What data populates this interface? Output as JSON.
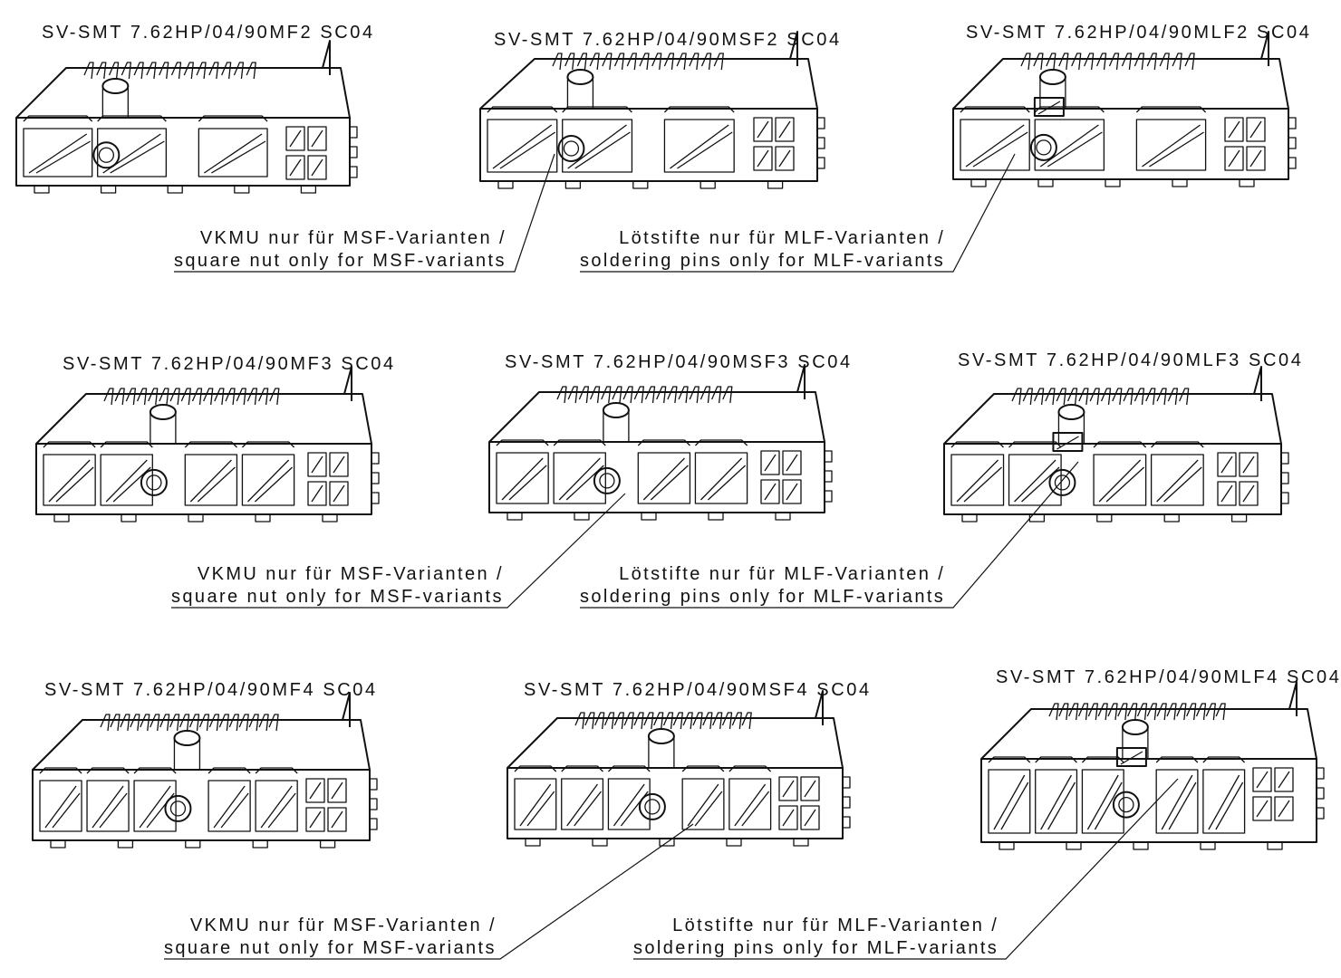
{
  "variants": [
    {
      "title": "SV-SMT 7.62HP/04/90MF2 SC04",
      "kind": "MF",
      "poles": 2
    },
    {
      "title": "SV-SMT 7.62HP/04/90MSF2 SC04",
      "kind": "MSF",
      "poles": 2
    },
    {
      "title": "SV-SMT 7.62HP/04/90MLF2 SC04",
      "kind": "MLF",
      "poles": 2
    },
    {
      "title": "SV-SMT 7.62HP/04/90MF3 SC04",
      "kind": "MF",
      "poles": 3
    },
    {
      "title": "SV-SMT 7.62HP/04/90MSF3 SC04",
      "kind": "MSF",
      "poles": 3
    },
    {
      "title": "SV-SMT 7.62HP/04/90MLF3 SC04",
      "kind": "MLF",
      "poles": 3
    },
    {
      "title": "SV-SMT 7.62HP/04/90MF4 SC04",
      "kind": "MF",
      "poles": 4
    },
    {
      "title": "SV-SMT 7.62HP/04/90MSF4 SC04",
      "kind": "MSF",
      "poles": 4
    },
    {
      "title": "SV-SMT 7.62HP/04/90MLF4 SC04",
      "kind": "MLF",
      "poles": 4
    }
  ],
  "callouts": {
    "msf": {
      "line1": "VKMU nur für MSF-Varianten /",
      "line2": "square nut only for MSF-variants"
    },
    "mlf": {
      "line1": "Lötstifte nur für MLF-Varianten /",
      "line2": "soldering pins only for MLF-variants"
    }
  },
  "colors": {
    "ink": "#111111",
    "paper": "#ffffff"
  }
}
